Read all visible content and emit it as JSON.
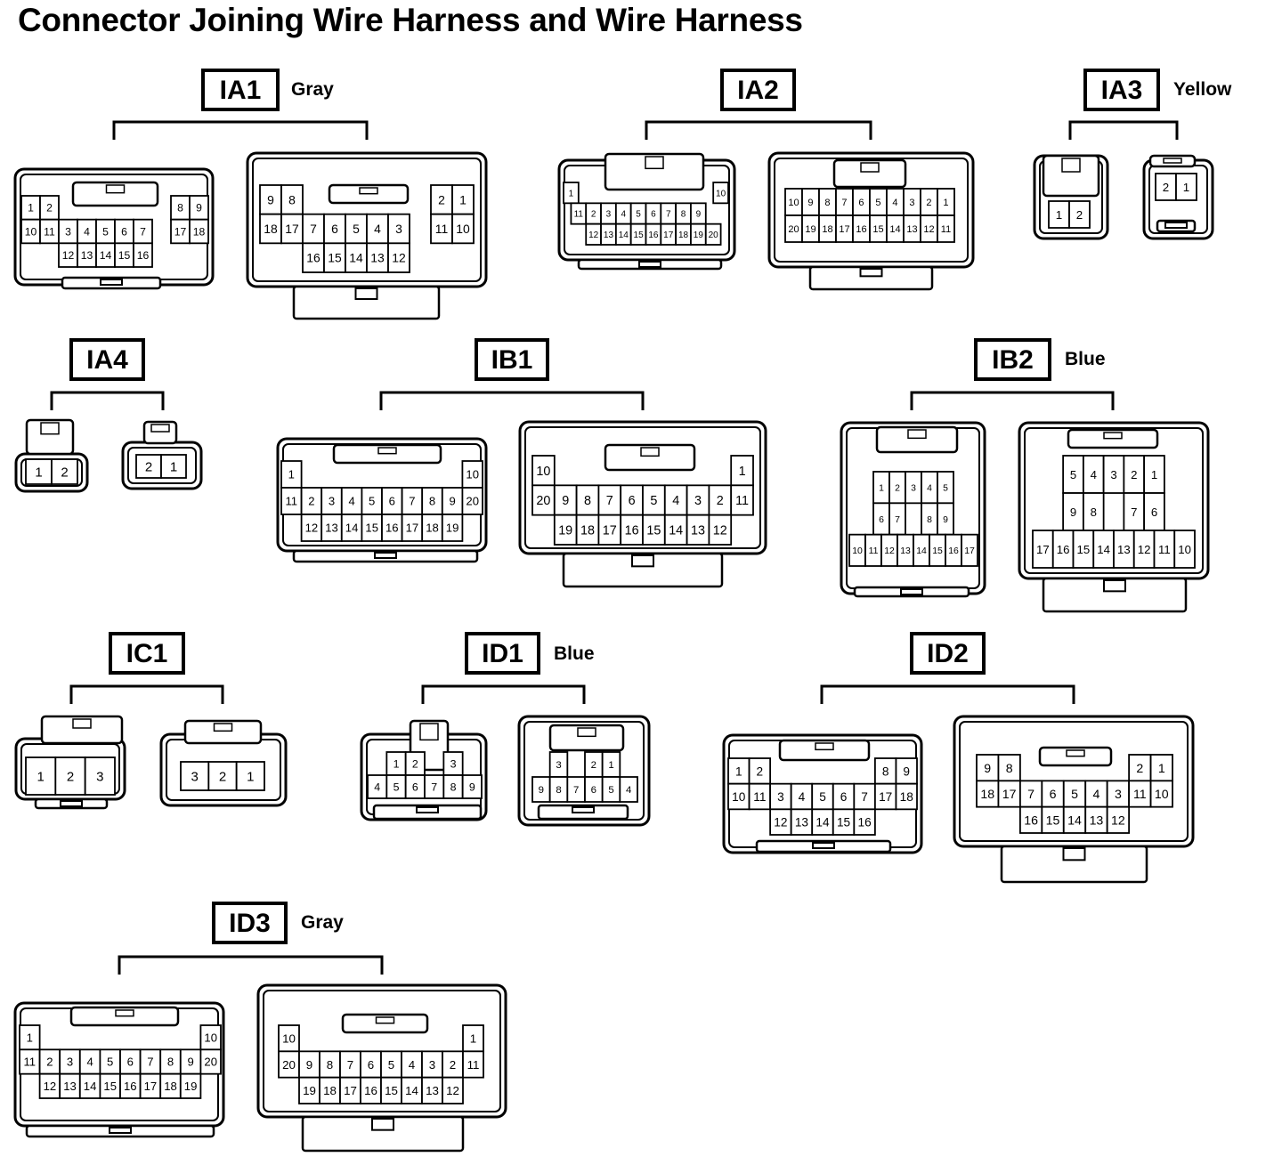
{
  "title": "Connector Joining Wire Harness and Wire Harness",
  "connectors": [
    {
      "code": "IA1",
      "color": "Gray",
      "left": {
        "rows": [
          [
            "1",
            "2",
            "",
            "",
            "",
            "",
            "",
            "",
            "8",
            "9"
          ],
          [
            "10",
            "11",
            "3",
            "4",
            "5",
            "6",
            "7",
            "",
            "17",
            "18"
          ],
          [
            "",
            "",
            "12",
            "13",
            "14",
            "15",
            "16",
            "",
            "",
            ""
          ]
        ]
      },
      "right": {
        "rows": [
          [
            "9",
            "8",
            "",
            "",
            "",
            "",
            "",
            "",
            "2",
            "1"
          ],
          [
            "18",
            "17",
            "7",
            "6",
            "5",
            "4",
            "3",
            "",
            "11",
            "10"
          ],
          [
            "",
            "",
            "16",
            "15",
            "14",
            "13",
            "12",
            "",
            "",
            ""
          ]
        ]
      }
    },
    {
      "code": "IA2",
      "color": "",
      "left": {
        "rows": [
          [
            "1",
            "",
            "",
            "",
            "",
            "",
            "",
            "",
            "",
            "",
            "10"
          ],
          [
            "11",
            "2",
            "3",
            "4",
            "5",
            "6",
            "7",
            "8",
            "9",
            ""
          ],
          [
            "",
            "12",
            "13",
            "14",
            "15",
            "16",
            "17",
            "18",
            "19",
            "20"
          ]
        ]
      },
      "right": {
        "rows": [
          [
            "10",
            "9",
            "8",
            "7",
            "6",
            "5",
            "4",
            "3",
            "2",
            "1"
          ],
          [
            "20",
            "19",
            "18",
            "17",
            "16",
            "15",
            "14",
            "13",
            "12",
            "11"
          ]
        ]
      }
    },
    {
      "code": "IA3",
      "color": "Yellow",
      "left": {
        "rows": [
          [
            "1",
            "2"
          ]
        ]
      },
      "right": {
        "rows": [
          [
            "2",
            "1"
          ]
        ]
      }
    },
    {
      "code": "IA4",
      "color": "",
      "left": {
        "rows": [
          [
            "1",
            "2"
          ]
        ]
      },
      "right": {
        "rows": [
          [
            "2",
            "1"
          ]
        ]
      }
    },
    {
      "code": "IB1",
      "color": "",
      "left": {
        "rows": [
          [
            "1",
            "",
            "",
            "",
            "",
            "",
            "",
            "",
            "",
            "10"
          ],
          [
            "11",
            "2",
            "3",
            "4",
            "5",
            "6",
            "7",
            "8",
            "9",
            "20"
          ],
          [
            "",
            "12",
            "13",
            "14",
            "15",
            "16",
            "17",
            "18",
            "19",
            ""
          ]
        ]
      },
      "right": {
        "rows": [
          [
            "10",
            "",
            "",
            "",
            "",
            "",
            "",
            "",
            "",
            "1"
          ],
          [
            "20",
            "9",
            "8",
            "7",
            "6",
            "5",
            "4",
            "3",
            "2",
            "11"
          ],
          [
            "",
            "19",
            "18",
            "17",
            "16",
            "15",
            "14",
            "13",
            "12",
            ""
          ]
        ]
      }
    },
    {
      "code": "IB2",
      "color": "Blue",
      "left": {
        "rows": [
          [
            "1",
            "2",
            "3",
            "4",
            "5"
          ],
          [
            "6",
            "7",
            "",
            "8",
            "9"
          ],
          [
            "10",
            "11",
            "12",
            "13",
            "14",
            "15",
            "16",
            "17"
          ]
        ]
      },
      "right": {
        "rows": [
          [
            "5",
            "4",
            "3",
            "2",
            "1"
          ],
          [
            "9",
            "8",
            "",
            "7",
            "6"
          ],
          [
            "17",
            "16",
            "15",
            "14",
            "13",
            "12",
            "11",
            "10"
          ]
        ]
      }
    },
    {
      "code": "IC1",
      "color": "",
      "left": {
        "rows": [
          [
            "1",
            "2",
            "3"
          ]
        ]
      },
      "right": {
        "rows": [
          [
            "3",
            "2",
            "1"
          ]
        ]
      }
    },
    {
      "code": "ID1",
      "color": "Blue",
      "left": {
        "rows": [
          [
            "1",
            "2",
            "",
            "3"
          ],
          [
            "4",
            "5",
            "6",
            "7",
            "8",
            "9"
          ]
        ]
      },
      "right": {
        "rows": [
          [
            "3",
            "",
            "2",
            "1"
          ],
          [
            "9",
            "8",
            "7",
            "6",
            "5",
            "4"
          ]
        ]
      }
    },
    {
      "code": "ID2",
      "color": "",
      "left": {
        "rows": [
          [
            "1",
            "2",
            "",
            "",
            "",
            "",
            "",
            "8",
            "9"
          ],
          [
            "10",
            "11",
            "3",
            "4",
            "5",
            "6",
            "7",
            "17",
            "18"
          ],
          [
            "",
            "",
            "12",
            "13",
            "14",
            "15",
            "16",
            "",
            ""
          ]
        ]
      },
      "right": {
        "rows": [
          [
            "9",
            "8",
            "",
            "",
            "",
            "",
            "",
            "2",
            "1"
          ],
          [
            "18",
            "17",
            "7",
            "6",
            "5",
            "4",
            "3",
            "11",
            "10"
          ],
          [
            "",
            "",
            "16",
            "15",
            "14",
            "13",
            "12",
            "",
            ""
          ]
        ]
      }
    },
    {
      "code": "ID3",
      "color": "Gray",
      "left": {
        "rows": [
          [
            "1",
            "",
            "",
            "",
            "",
            "",
            "",
            "",
            "",
            "10"
          ],
          [
            "11",
            "2",
            "3",
            "4",
            "5",
            "6",
            "7",
            "8",
            "9",
            "20"
          ],
          [
            "",
            "12",
            "13",
            "14",
            "15",
            "16",
            "17",
            "18",
            "19",
            ""
          ]
        ]
      },
      "right": {
        "rows": [
          [
            "10",
            "",
            "",
            "",
            "",
            "",
            "",
            "",
            "",
            "1"
          ],
          [
            "20",
            "9",
            "8",
            "7",
            "6",
            "5",
            "4",
            "3",
            "2",
            "11"
          ],
          [
            "",
            "19",
            "18",
            "17",
            "16",
            "15",
            "14",
            "13",
            "12",
            ""
          ]
        ]
      }
    }
  ]
}
